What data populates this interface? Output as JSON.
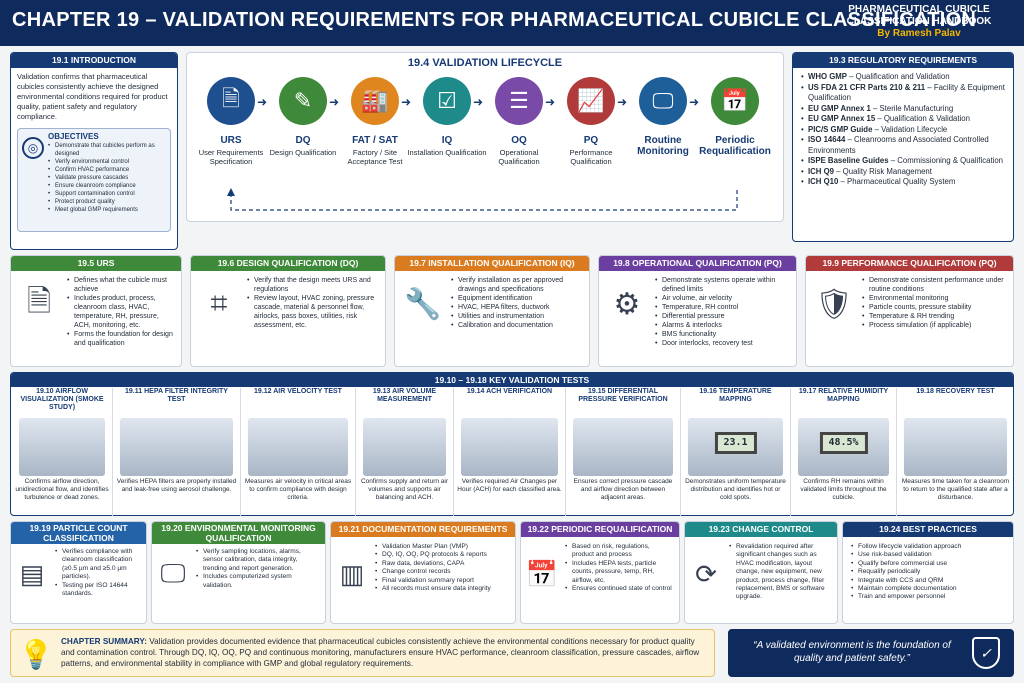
{
  "header": {
    "title": "CHAPTER 19 – VALIDATION REQUIREMENTS FOR PHARMACEUTICAL CUBICLE CLASSIFICATION",
    "book1": "PHARMACEUTICAL CUBICLE",
    "book2": "CLASSIFICATION HANDBOOK",
    "author": "By Ramesh Palav"
  },
  "intro": {
    "title": "19.1 INTRODUCTION",
    "text": "Validation confirms that pharmaceutical cubicles consistently achieve the designed environmental conditions required for product quality, patient safety and regulatory compliance.",
    "obj_title": "OBJECTIVES",
    "objectives": [
      "Demonstrate that cubicles perform as designed",
      "Verify environmental control",
      "Confirm HVAC performance",
      "Validate pressure cascades",
      "Ensure cleanroom compliance",
      "Support contamination control",
      "Protect product quality",
      "Meet global GMP requirements"
    ]
  },
  "lifecycle": {
    "title": "19.4 VALIDATION LIFECYCLE",
    "steps": [
      {
        "a": "URS",
        "b": "User Requirements Specification",
        "color": "#1e4f8f",
        "icon": "document-icon"
      },
      {
        "a": "DQ",
        "b": "Design Qualification",
        "color": "#3f8a3a",
        "icon": "design-icon"
      },
      {
        "a": "FAT / SAT",
        "b": "Factory / Site Acceptance Test",
        "color": "#e0861f",
        "icon": "factory-icon"
      },
      {
        "a": "IQ",
        "b": "Installation Qualification",
        "color": "#1e8a8a",
        "icon": "checklist-icon"
      },
      {
        "a": "OQ",
        "b": "Operational Qualification",
        "color": "#7a4aa8",
        "icon": "sliders-icon"
      },
      {
        "a": "PQ",
        "b": "Performance Qualification",
        "color": "#b13a3a",
        "icon": "chart-icon"
      },
      {
        "a": "Routine Monitoring",
        "b": "",
        "color": "#1f5f99",
        "icon": "monitor-icon"
      },
      {
        "a": "Periodic Requalification",
        "b": "",
        "color": "#3f8a3a",
        "icon": "calendar-icon"
      }
    ]
  },
  "reg": {
    "title": "19.3 REGULATORY REQUIREMENTS",
    "items": [
      {
        "b": "WHO GMP",
        "t": " – Qualification and Validation"
      },
      {
        "b": "US FDA 21 CFR Parts 210 & 211",
        "t": " – Facility & Equipment Qualification"
      },
      {
        "b": "EU GMP Annex 1",
        "t": " – Sterile Manufacturing"
      },
      {
        "b": "EU GMP Annex 15",
        "t": " – Qualification & Validation"
      },
      {
        "b": "PIC/S GMP Guide",
        "t": " – Validation Lifecycle"
      },
      {
        "b": "ISO 14644",
        "t": " – Cleanrooms and Associated Controlled Environments"
      },
      {
        "b": "ISPE Baseline Guides",
        "t": " – Commissioning & Qualification"
      },
      {
        "b": "ICH Q9",
        "t": " – Quality Risk Management"
      },
      {
        "b": "ICH Q10",
        "t": " – Pharmaceutical Quality System"
      }
    ]
  },
  "row2": [
    {
      "title": "19.5 URS",
      "cls": "green",
      "icon": "document-icon",
      "items": [
        "Defines what the cubicle must achieve",
        "Includes product, process, cleanroom class, HVAC, temperature, RH, pressure, ACH, monitoring, etc.",
        "Forms the foundation for design and qualification"
      ]
    },
    {
      "title": "19.6 DESIGN QUALIFICATION (DQ)",
      "cls": "green",
      "icon": "blueprint-icon",
      "items": [
        "Verify that the design meets URS and regulations",
        "Review layout, HVAC zoning, pressure cascade, material & personnel flow, airlocks, pass boxes, utilities, risk assessment, etc."
      ]
    },
    {
      "title": "19.7 INSTALLATION QUALIFICATION (IQ)",
      "cls": "orange",
      "icon": "tools-icon",
      "items": [
        "Verify installation as per approved drawings and specifications",
        "Equipment identification",
        "HVAC, HEPA filters, ductwork",
        "Utilities and instrumentation",
        "Calibration and documentation"
      ]
    },
    {
      "title": "19.8 OPERATIONAL QUALIFICATION (PQ)",
      "cls": "purple",
      "icon": "gear-icon",
      "items": [
        "Demonstrate systems operate within defined limits",
        "Air volume, air velocity",
        "Temperature, RH control",
        "Differential pressure",
        "Alarms & interlocks",
        "BMS functionality",
        "Door interlocks, recovery test"
      ]
    },
    {
      "title": "19.9 PERFORMANCE QUALIFICATION (PQ)",
      "cls": "red",
      "icon": "shield-check-icon",
      "items": [
        "Demonstrate consistent performance under routine conditions",
        "Environmental monitoring",
        "Particle counts, pressure stability",
        "Temperature & RH trending",
        "Process simulation (if applicable)"
      ]
    }
  ],
  "tests": {
    "title": "19.10 – 19.18  KEY VALIDATION TESTS",
    "items": [
      {
        "h": "19.10 AIRFLOW VISUALIZATION (SMOKE STUDY)",
        "t": "Confirms airflow direction, unidirectional flow, and identifies turbulence or dead zones."
      },
      {
        "h": "19.11 HEPA FILTER INTEGRITY TEST",
        "t": "Verifies HEPA filters are properly installed and leak-free using aerosol challenge."
      },
      {
        "h": "19.12 AIR VELOCITY TEST",
        "t": "Measures air velocity in critical areas to confirm compliance with design criteria."
      },
      {
        "h": "19.13 AIR VOLUME MEASUREMENT",
        "t": "Confirms supply and return air volumes and supports air balancing and ACH."
      },
      {
        "h": "19.14 ACH VERIFICATION",
        "t": "Verifies required Air Changes per Hour (ACH) for each classified area."
      },
      {
        "h": "19.15 DIFFERENTIAL PRESSURE VERIFICATION",
        "t": "Ensures correct pressure cascade and airflow direction between adjacent areas."
      },
      {
        "h": "19.16 TEMPERATURE MAPPING",
        "t": "Demonstrates uniform temperature distribution and identifies hot or cold spots.",
        "disp": "23.1"
      },
      {
        "h": "19.17 RELATIVE HUMIDITY MAPPING",
        "t": "Confirms RH remains within validated limits throughout the cubicle.",
        "disp": "48.5%"
      },
      {
        "h": "19.18 RECOVERY TEST",
        "t": "Measures time taken for a cleanroom to return to the qualified state after a disturbance."
      }
    ]
  },
  "row4": [
    {
      "title": "19.19 PARTICLE COUNT CLASSIFICATION",
      "cls": "blue",
      "icon": "counter-icon",
      "items": [
        "Verifies compliance with cleanroom classification (≥0.5 µm and ≥5.0 µm particles).",
        "Testing per ISO 14644 standards."
      ]
    },
    {
      "title": "19.20 ENVIRONMENTAL MONITORING QUALIFICATION",
      "cls": "green",
      "icon": "monitor-icon",
      "items": [
        "Verify sampling locations, alarms, sensor calibration, data integrity, trending and report generation.",
        "Includes computerized system validation."
      ]
    },
    {
      "title": "19.21 DOCUMENTATION REQUIREMENTS",
      "cls": "orange",
      "icon": "binders-icon",
      "items": [
        "Validation Master Plan (VMP)",
        "DQ, IQ, OQ, PQ protocols & reports",
        "Raw data, deviations, CAPA",
        "Change control records",
        "Final validation summary report",
        "All records must ensure data integrity"
      ]
    },
    {
      "title": "19.22 PERIODIC REQUALIFICATION",
      "cls": "purple",
      "icon": "calendar-icon",
      "items": [
        "Based on risk, regulations, product and process",
        "Includes HEPA tests, particle counts, pressure, temp, RH, airflow, etc.",
        "Ensures continued state of control"
      ]
    },
    {
      "title": "19.23 CHANGE CONTROL",
      "cls": "teal",
      "icon": "refresh-icon",
      "items": [
        "Revalidation required after significant changes such as HVAC modification, layout change, new equipment, new product, process change, filter replacement, BMS or software upgrade."
      ]
    },
    {
      "title": "19.24 BEST PRACTICES",
      "cls": "navy",
      "icon": "",
      "items": [
        "Follow lifecycle validation approach",
        "Use risk-based validation",
        "Qualify before commercial use",
        "Requalify periodically",
        "Integrate with CCS and QRM",
        "Maintain complete documentation",
        "Train and empower personnel"
      ]
    }
  ],
  "summary": {
    "label": "CHAPTER SUMMARY:",
    "text": " Validation provides documented evidence that pharmaceutical cubicles consistently achieve the environmental conditions necessary for product quality and contamination control. Through DQ, IQ, OQ, PQ and continuous monitoring, manufacturers ensure HVAC performance, cleanroom classification, pressure cascades, airflow patterns, and environmental stability in compliance with GMP and global regulatory requirements."
  },
  "quote": {
    "text": "“A validated environment is the foundation of quality and patient safety.”"
  }
}
